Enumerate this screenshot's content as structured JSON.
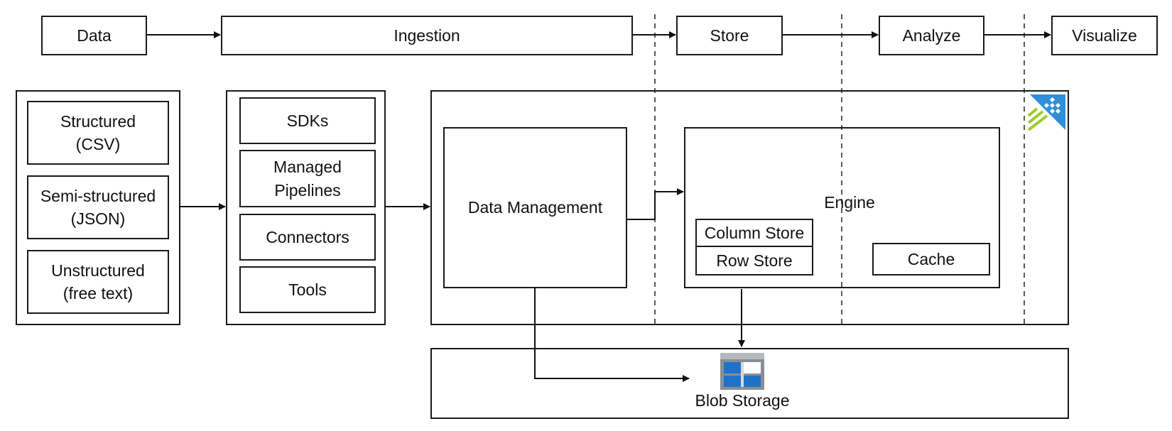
{
  "pipeline": {
    "stages": [
      "Data",
      "Ingestion",
      "Store",
      "Analyze",
      "Visualize"
    ]
  },
  "data_sources": {
    "items": [
      "Structured\n(CSV)",
      "Semi-structured\n(JSON)",
      "Unstructured\n(free text)"
    ]
  },
  "ingestion": {
    "items": [
      "SDKs",
      "Managed\nPipelines",
      "Connectors",
      "Tools"
    ]
  },
  "cluster": {
    "data_management": "Data Management",
    "engine": "Engine",
    "column_store": "Column Store",
    "row_store": "Row Store",
    "cache": "Cache",
    "logo_icon": "azure-data-explorer-icon"
  },
  "storage": {
    "label": "Blob Storage",
    "icon": "blob-storage-icon"
  },
  "colors": {
    "line": "#1a1a1a",
    "logo_blue": "#2f8fd8",
    "logo_green": "#9ccc2b",
    "blob_blue": "#1e73c8",
    "blob_gray": "#8a8f96"
  }
}
